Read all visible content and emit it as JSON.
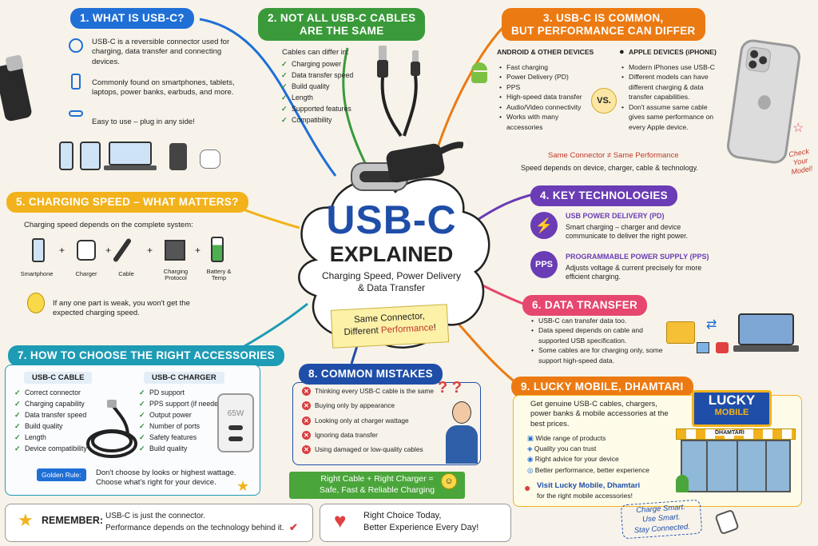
{
  "center": {
    "title_line1": "USB-C",
    "title_line2": "EXPLAINED",
    "subtitle_line1": "Charging Speed, Power Delivery",
    "subtitle_line2": "& Data Transfer",
    "note_line1": "Same Connector,",
    "note_line2_a": "Different ",
    "note_line2_b": "Performance",
    "note_line2_c": "!"
  },
  "s1": {
    "header": "1. WHAT IS USB-C?",
    "p1": "USB-C is a reversible connector used for charging, data transfer and connecting devices.",
    "p2": "Commonly found on smartphones, tablets, laptops, power banks, earbuds, and more.",
    "p3": "Easy to use – plug in any side!"
  },
  "s2": {
    "header_l1": "2. NOT ALL USB-C CABLES",
    "header_l2": "ARE THE SAME",
    "intro": "Cables can differ in:",
    "items": [
      "Charging power",
      "Data transfer speed",
      "Build quality",
      "Length",
      "Supported features",
      "Compatibility"
    ]
  },
  "s3": {
    "header_l1": "3. USB-C IS COMMON,",
    "header_l2": "BUT PERFORMANCE CAN DIFFER",
    "android_title": "ANDROID & OTHER DEVICES",
    "android_items": [
      "Fast charging",
      "Power Delivery (PD)",
      "PPS",
      "High-speed data transfer",
      "Audio/Video connectivity",
      "Works with many accessories"
    ],
    "vs": "VS.",
    "apple_title": "APPLE DEVICES (iPHONE)",
    "apple_items": [
      "Modern iPhones use USB-C",
      "Different models can have different charging & data transfer capabilities.",
      "Don't assume same cable gives same performance on every Apple device."
    ],
    "same_connector": "Same Connector ≠ Same Performance",
    "speed_depends": "Speed depends on device, charger, cable & technology.",
    "check_l1": "Check",
    "check_l2": "Your Model!"
  },
  "s4": {
    "header": "4. KEY TECHNOLOGIES",
    "pd_title": "USB POWER DELIVERY (PD)",
    "pd_text": "Smart charging – charger and device communicate to deliver the right power.",
    "pps_badge": "PPS",
    "pps_title": "PROGRAMMABLE POWER SUPPLY (PPS)",
    "pps_text": "Adjusts voltage & current precisely for more efficient charging."
  },
  "s5": {
    "header": "5. CHARGING SPEED – WHAT MATTERS?",
    "intro": "Charging speed depends on the complete system:",
    "parts": [
      "Smartphone",
      "Charger",
      "Cable",
      "Charging Protocol",
      "Battery & Temp"
    ],
    "tip": "If any one part is weak, you won't get the expected charging speed."
  },
  "s6": {
    "header": "6. DATA TRANSFER",
    "items": [
      "USB-C can transfer data too.",
      "Data speed depends on cable and supported USB specification.",
      "Some cables are for charging only, some support high-speed data."
    ]
  },
  "s7": {
    "header": "7. HOW TO CHOOSE THE RIGHT ACCESSORIES",
    "cable_title": "USB-C CABLE",
    "cable_items": [
      "Correct connector",
      "Charging capability",
      "Data transfer speed",
      "Build quality",
      "Length",
      "Device compatibility"
    ],
    "charger_title": "USB-C CHARGER",
    "charger_items": [
      "PD support",
      "PPS support (if needed)",
      "Output power",
      "Number of ports",
      "Safety features",
      "Build quality"
    ],
    "charger_label": "65W",
    "golden_label": "Golden Rule:",
    "golden_text_l1": "Don't choose by looks or highest wattage.",
    "golden_text_l2": "Choose what's right for your device."
  },
  "s8": {
    "header": "8. COMMON MISTAKES",
    "items": [
      "Thinking every USB-C cable is the same",
      "Buying only by appearance",
      "Looking only at charger wattage",
      "Ignoring data transfer",
      "Using damaged or low-quality cables"
    ],
    "banner_l1": "Right Cable + Right Charger =",
    "banner_l2": "Safe, Fast & Reliable Charging"
  },
  "s9": {
    "header": "9. LUCKY MOBILE, DHAMTARI",
    "intro": "Get genuine USB-C cables, chargers, power banks & mobile accessories at the best prices.",
    "items": [
      "Wide range of products",
      "Quality you can trust",
      "Right advice for your device",
      "Better performance, better experience"
    ],
    "visit_title": "Visit Lucky Mobile, Dhamtari",
    "visit_sub": "for the right mobile accessories!",
    "sign_l1": "LUCKY",
    "sign_l2": "MOBILE",
    "awning": "DHAMTARI",
    "slogan": [
      "Charge Smart.",
      "Use Smart.",
      "Stay Connected."
    ]
  },
  "footer": {
    "remember_label": "REMEMBER:",
    "remember_l1": "USB-C is just the connector.",
    "remember_l2": "Performance depends on the technology behind it.",
    "right_choice_l1": "Right Choice Today,",
    "right_choice_l2": "Better Experience Every Day!"
  },
  "colors": {
    "blue": "#1f6fd6",
    "green": "#3a9a3a",
    "orange": "#ec7a12",
    "purple": "#6a3cb5",
    "yellow": "#f2b21b",
    "pink": "#e6476f",
    "teal": "#1e9bb5",
    "navy": "#1f4ea8"
  }
}
